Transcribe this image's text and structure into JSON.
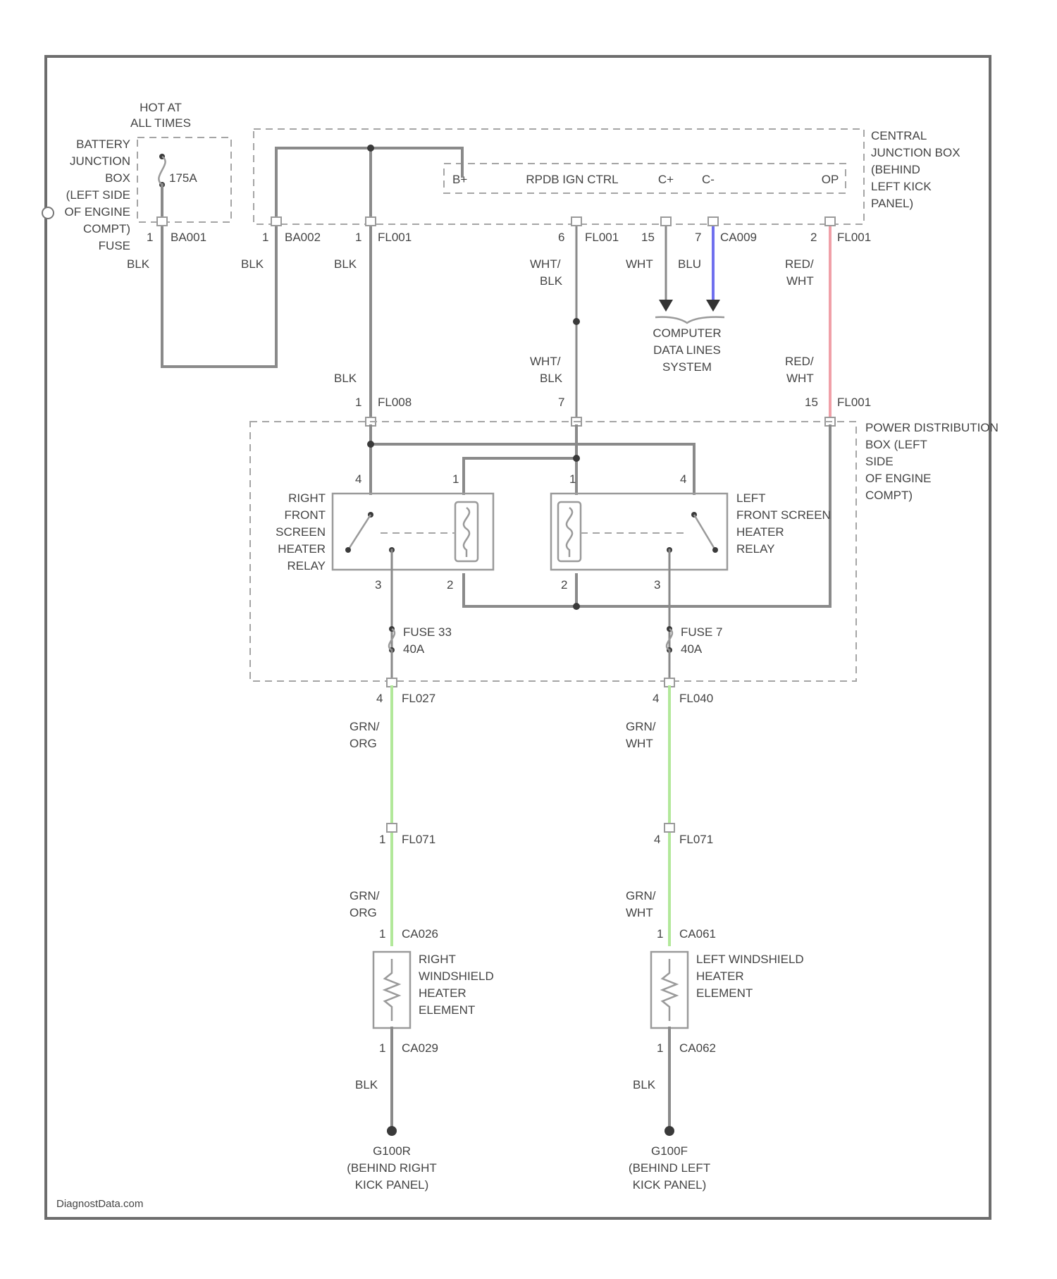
{
  "colors": {
    "wire_default": "#8a8a8a",
    "wire_blue": "#7070ee",
    "wire_red_white": "#f0a0a8",
    "wire_green": "#b2e89a",
    "frame": "#6d6d6d",
    "text": "#444444"
  },
  "top": {
    "hot_at_all_times": [
      "HOT AT",
      "ALL TIMES"
    ],
    "battery_box": [
      "BATTERY",
      "JUNCTION",
      "BOX",
      "(LEFT SIDE",
      "OF ENGINE",
      "COMPT)"
    ],
    "fuse_label": "FUSE",
    "fuse_rating": "175A",
    "bjb_pin": "1",
    "bjb_conn": "BA001",
    "central_junction_box": [
      "CENTRAL",
      "JUNCTION BOX",
      "(BEHIND",
      "LEFT KICK",
      "PANEL)"
    ],
    "module_name": "RPDB IGN CTRL",
    "module_pins": [
      "B+",
      "C+",
      "C-",
      "OP"
    ]
  },
  "connectors": {
    "c1": {
      "pin": "1",
      "name": "BA002"
    },
    "c2": {
      "pin": "1",
      "name": "FL001"
    },
    "c3": {
      "pin": "6",
      "name": "FL001"
    },
    "c4": {
      "pin": "15",
      "name": ""
    },
    "c5": {
      "pin": "7",
      "name": "CA009"
    },
    "c6": {
      "pin": "2",
      "name": "FL001"
    },
    "c7": {
      "pin": "1",
      "name": "FL008"
    },
    "c8": {
      "pin": "7",
      "name": ""
    },
    "c9": {
      "pin": "15",
      "name": "FL001"
    }
  },
  "wires": {
    "blk": "BLK",
    "wht_blk": [
      "WHT/",
      "BLK"
    ],
    "wht": "WHT",
    "blu": "BLU",
    "red_wht": [
      "RED/",
      "WHT"
    ],
    "grn_org": [
      "GRN/",
      "ORG"
    ],
    "grn_wht": [
      "GRN/",
      "WHT"
    ]
  },
  "data_lines": [
    "COMPUTER",
    "DATA LINES",
    "SYSTEM"
  ],
  "pdb": [
    "POWER DISTRIBUTION",
    "BOX (LEFT",
    "SIDE",
    "OF ENGINE",
    "COMPT)"
  ],
  "relays": {
    "right": {
      "name": [
        "RIGHT",
        "FRONT",
        "SCREEN",
        "HEATER",
        "RELAY"
      ],
      "pins": [
        "4",
        "1",
        "2",
        "3"
      ]
    },
    "left": {
      "name": [
        "LEFT",
        "FRONT SCREEN",
        "HEATER",
        "RELAY"
      ],
      "pins": [
        "1",
        "4",
        "2",
        "3"
      ]
    }
  },
  "fuses": {
    "right": {
      "name": "FUSE 33",
      "rating": "40A"
    },
    "left": {
      "name": "FUSE 7",
      "rating": "40A"
    }
  },
  "right_branch": {
    "c_out": {
      "pin": "4",
      "name": "FL027"
    },
    "c_mid": {
      "pin": "1",
      "name": "FL071"
    },
    "c_elem_in": {
      "pin": "1",
      "name": "CA026"
    },
    "element": [
      "RIGHT",
      "WINDSHIELD",
      "HEATER",
      "ELEMENT"
    ],
    "c_elem_out": {
      "pin": "1",
      "name": "CA029"
    },
    "ground_id": "G100R",
    "ground_loc": [
      "(BEHIND RIGHT",
      "KICK PANEL)"
    ]
  },
  "left_branch": {
    "c_out": {
      "pin": "4",
      "name": "FL040"
    },
    "c_mid": {
      "pin": "4",
      "name": "FL071"
    },
    "c_elem_in": {
      "pin": "1",
      "name": "CA061"
    },
    "element": [
      "LEFT WINDSHIELD",
      "HEATER",
      "ELEMENT"
    ],
    "c_elem_out": {
      "pin": "1",
      "name": "CA062"
    },
    "ground_id": "G100F",
    "ground_loc": [
      "(BEHIND LEFT",
      "KICK PANEL)"
    ]
  },
  "watermark": "DiagnostData.com"
}
